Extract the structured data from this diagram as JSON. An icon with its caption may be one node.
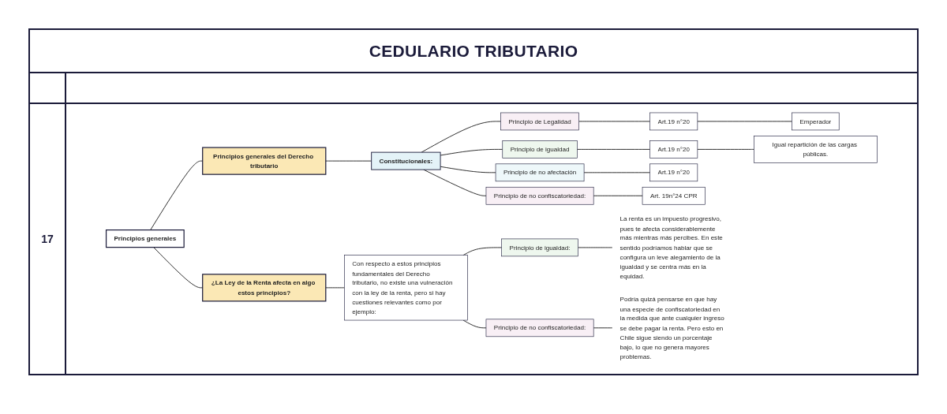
{
  "diagram": {
    "title": "CEDULARIO TRIBUTARIO",
    "nodes": [
      {
        "text": [
          "Principios generales"
        ]
      },
      {
        "text": [
          "Principios generales del Derecho tributario"
        ]
      },
      {
        "text": [
          "Constitucionales:"
        ]
      },
      {
        "text": [
          "Principio de Legalidad"
        ]
      },
      {
        "text": [
          "Art.19 n°20"
        ]
      },
      {
        "text": [
          "Emperador"
        ]
      },
      {
        "text": [
          "Principio de igualdad"
        ]
      },
      {
        "text": [
          "Art.19 n°20"
        ]
      },
      {
        "text": [
          "Igual repartición de las cargas públicas."
        ]
      },
      {
        "text": [
          "Principio de no afectación"
        ]
      },
      {
        "text": [
          "Art.19 n°20"
        ]
      },
      {
        "text": [
          "Principio de no confiscatoriedad:"
        ]
      },
      {
        "text": [
          "Art. 19n°24 CPR"
        ]
      },
      {
        "text": [
          "¿La Ley de la Renta afecta en algo estos principios?"
        ]
      },
      {
        "text": [
          "Con respecto a estos principios fundamentales del Derecho tributario, no existe una vulneración con la ley de la renta, pero si hay cuestiones relevantes como por ejemplo:"
        ]
      },
      {
        "text": [
          "Principio de igualdad:"
        ]
      },
      {
        "text": [
          "La renta es un impuesto progresivo, pues te afecta considerablemente más mientras más percibes. En este sentido podríamos hablar que se configura un leve alegamiento de la igualdad y se centra más en la equidad."
        ]
      },
      {
        "text": [
          "Principio de no confiscatoriedad:"
        ]
      },
      {
        "text": [
          "Podría quizá pensarse en que hay una especie de confiscatoriedad en la medida que ante cualquier ingreso se debe pagar la renta. Pero esto en Chile sigue siendo un porcentaje bajo, lo que no genera mayores problemas."
        ]
      }
    ],
    "edges": [
      {
        "from": 0,
        "to": 1,
        "arrow": "none"
      },
      {
        "from": 0,
        "to": 13,
        "arrow": "none"
      },
      {
        "from": 1,
        "to": 2,
        "arrow": "none"
      },
      {
        "from": 2,
        "to": 3,
        "arrow": "none"
      },
      {
        "from": 2,
        "to": 6,
        "arrow": "none"
      },
      {
        "from": 2,
        "to": 9,
        "arrow": "none"
      },
      {
        "from": 2,
        "to": 11,
        "arrow": "none"
      },
      {
        "from": 3,
        "to": 4,
        "arrow": "none"
      },
      {
        "from": 4,
        "to": 5,
        "arrow": "none"
      },
      {
        "from": 6,
        "to": 7,
        "arrow": "none"
      },
      {
        "from": 7,
        "to": 8,
        "arrow": "none"
      },
      {
        "from": 9,
        "to": 10,
        "arrow": "none"
      },
      {
        "from": 11,
        "to": 12,
        "arrow": "none"
      },
      {
        "from": 13,
        "to": 14,
        "arrow": "none"
      },
      {
        "from": 14,
        "to": 15,
        "arrow": "none"
      },
      {
        "from": 14,
        "to": 17,
        "arrow": "none"
      },
      {
        "from": 15,
        "to": 16,
        "arrow": "none"
      },
      {
        "from": 17,
        "to": 18,
        "arrow": "none"
      }
    ],
    "labels": [
      "17"
    ]
  }
}
